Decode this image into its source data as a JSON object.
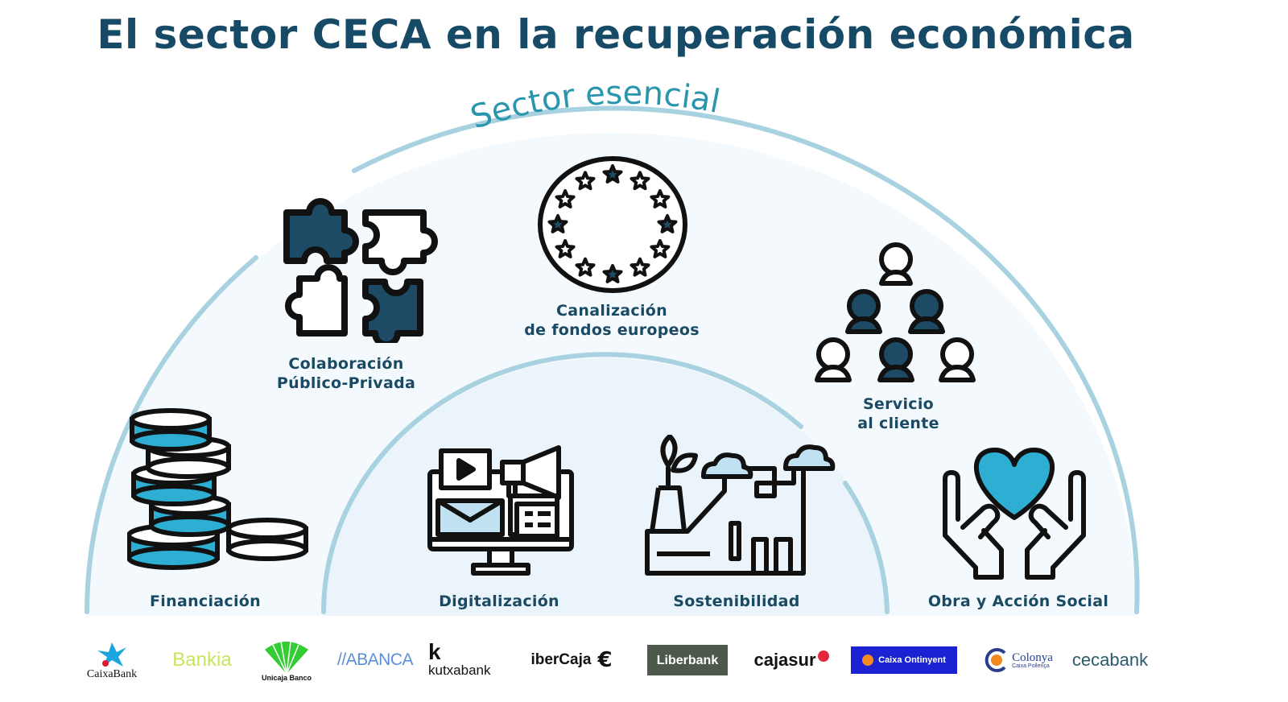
{
  "title": "El sector CECA en la recuperación económica",
  "subtitle": "Sector esencial",
  "colors": {
    "title": "#174a66",
    "subtitle": "#2a96ad",
    "arc": "#a9d2e0",
    "arc_fill": "#eef6fb",
    "icon_dark": "#1d4a64",
    "icon_accent": "#2eaed2",
    "icon_light": "#bfe1f1",
    "outline": "#111111"
  },
  "outer_ring": {
    "items": [
      {
        "id": "financiacion",
        "label": "Financiación",
        "icon": "coins-stack-icon"
      },
      {
        "id": "colaboracion",
        "label_lines": [
          "Colaboración",
          "Público-Privada"
        ],
        "icon": "puzzle-pieces-icon"
      },
      {
        "id": "fondos",
        "label_lines": [
          "Canalización",
          "de fondos europeos"
        ],
        "icon": "eu-stars-circle-icon"
      },
      {
        "id": "servicio",
        "label_lines": [
          "Servicio",
          "al cliente"
        ],
        "icon": "people-pyramid-icon"
      },
      {
        "id": "obra_social",
        "label": "Obra y Acción Social",
        "icon": "hands-heart-icon"
      }
    ]
  },
  "inner_ring": {
    "items": [
      {
        "id": "digitalizacion",
        "label": "Digitalización",
        "icon": "computer-media-icon"
      },
      {
        "id": "sostenibilidad",
        "label": "Sostenibilidad",
        "icon": "green-factory-icon"
      }
    ]
  },
  "logos": [
    {
      "name": "CaixaBank",
      "text": "CaixaBank",
      "color": "#111111",
      "accent": "#1ba6e0"
    },
    {
      "name": "Bankia",
      "text": "Bankia",
      "color": "#c7e55a"
    },
    {
      "name": "Unicaja Banco",
      "text": "Unicaja Banco",
      "color": "#111111",
      "accent": "#33cc33"
    },
    {
      "name": "ABANCA",
      "text": "//ABANCA",
      "color": "#5b8fd6"
    },
    {
      "name": "Kutxabank",
      "text_top": "k",
      "text": "kutxabank",
      "color": "#111111"
    },
    {
      "name": "Ibercaja",
      "text": "iberCaja",
      "color": "#111111"
    },
    {
      "name": "Liberbank",
      "text": "Liberbank",
      "color": "#ffffff",
      "bg": "#4d5a4b"
    },
    {
      "name": "Cajasur",
      "text": "cajasur",
      "color": "#111111",
      "accent": "#e2293b"
    },
    {
      "name": "Caixa Ontinyent",
      "text": "Caixa Ontinyent",
      "color": "#ffffff",
      "bg": "#1a22d1",
      "accent": "#f28a22"
    },
    {
      "name": "Colonya",
      "text": "Colonya",
      "subtext": "Caixa Pollença",
      "color": "#2a3e8c",
      "accent": "#f08a1c"
    },
    {
      "name": "Cecabank",
      "text": "cecabank",
      "color": "#2a5b6e"
    }
  ]
}
